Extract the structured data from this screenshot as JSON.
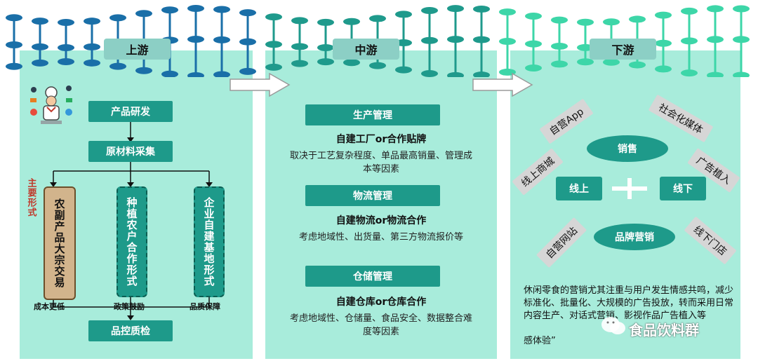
{
  "upstream": {
    "title": "上游",
    "flow": [
      "产品研发",
      "原材料采集",
      "品控质检"
    ],
    "side_label": "主要形式",
    "forms": [
      {
        "label": "农副产品大宗交易",
        "note": "成本更低"
      },
      {
        "label": "种植农户合作形式",
        "note": "政策鼓励"
      },
      {
        "label": "企业自建基地形式",
        "note": "品质保障"
      }
    ]
  },
  "midstream": {
    "title": "中游",
    "sections": [
      {
        "header": "生产管理",
        "mode": "自建工厂or合作贴牌",
        "desc_lines": [
          "取决于工艺复杂程度、单品最高销量、管理成",
          "本等因素"
        ]
      },
      {
        "header": "物流管理",
        "mode": "自建物流or物流合作",
        "desc_lines": [
          "考虑地域性、出货量、第三方物流报价等"
        ]
      },
      {
        "header": "仓储管理",
        "mode": "自建仓库or仓库合作",
        "desc_lines": [
          "考虑地域性、仓储量、食品安全、数据整合难",
          "度等因素"
        ]
      }
    ]
  },
  "downstream": {
    "title": "下游",
    "sales": "销售",
    "brand": "品牌营销",
    "online": "线上",
    "offline": "线下",
    "bubbles": [
      "自营App",
      "社会化媒体",
      "线上商城",
      "广告植入",
      "自营网站",
      "线下门店"
    ],
    "paragraph": "休闲零食的营销尤其注重与用户发生情感共鸣，减少标准化、批量化、大规模的广告投放，转而采用日常内容生产、对话式营销、影视作品广告植入等",
    "paragraph_end": "感体验”"
  },
  "watermark": "食品饮料群",
  "colors": {
    "panel": "#a8ecdb",
    "box": "#1e9a8a",
    "title": "#8ccfc5",
    "accent": "#c0392b",
    "wave_blue": "#1a6fa8",
    "wave_teal": "#1f9a8c",
    "wave_green": "#3dd6a8"
  }
}
